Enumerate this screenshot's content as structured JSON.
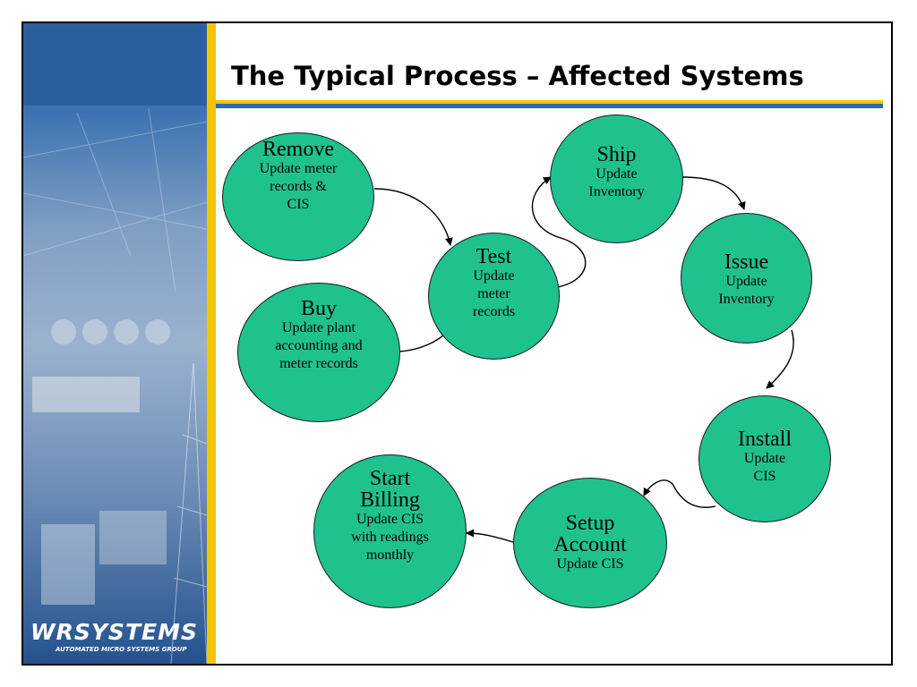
{
  "slide": {
    "title": "The Typical Process – Affected Systems",
    "accent_gold": "#f3c500",
    "accent_blue": "#2d6bb0",
    "node_fill": "#1fc28f"
  },
  "logo": {
    "main": "WRSYSTEMS",
    "sub": "AUTOMATED MICRO SYSTEMS GROUP"
  },
  "nodes": {
    "remove": {
      "name": "Remove",
      "desc": "Update meter records & CIS"
    },
    "buy": {
      "name": "Buy",
      "desc": "Update plant accounting and meter records"
    },
    "test": {
      "name": "Test",
      "desc": "Update meter records"
    },
    "ship": {
      "name": "Ship",
      "desc": "Update Inventory"
    },
    "issue": {
      "name": "Issue",
      "desc": "Update Inventory"
    },
    "install": {
      "name": "Install",
      "desc": "Update CIS"
    },
    "setup": {
      "name": "Setup Account",
      "desc": "Update CIS"
    },
    "billing": {
      "name": "Start Billing",
      "desc": "Update CIS with readings monthly"
    }
  },
  "flow": [
    [
      "remove",
      "test"
    ],
    [
      "buy",
      "test"
    ],
    [
      "test",
      "ship"
    ],
    [
      "ship",
      "issue"
    ],
    [
      "issue",
      "install"
    ],
    [
      "install",
      "setup"
    ],
    [
      "setup",
      "billing"
    ]
  ]
}
